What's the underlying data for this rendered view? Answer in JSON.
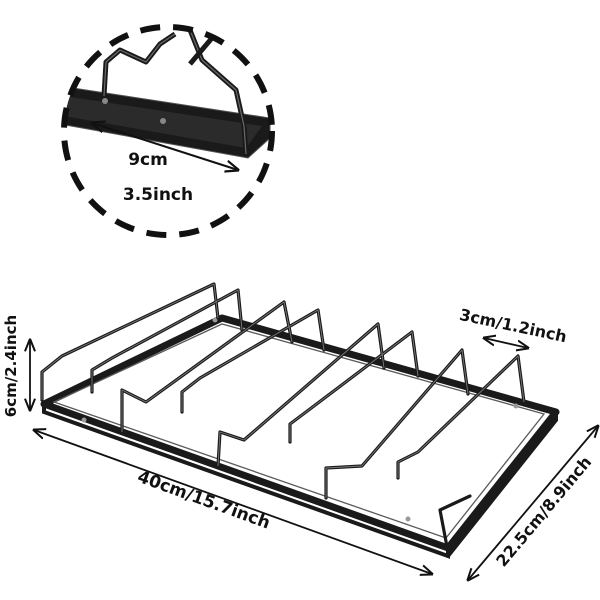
{
  "detail_inset": {
    "length_metric": "9cm",
    "length_imperial": "3.5inch"
  },
  "dimensions": {
    "height": "6cm/2.4inch",
    "slot_width": "3cm/1.2inch",
    "length": "40cm/15.7inch",
    "depth": "22.5cm/8.9inch"
  },
  "colors": {
    "metal": "#1a1a1a",
    "frame_edge": "#4a4a4a",
    "annotation": "#111111"
  }
}
